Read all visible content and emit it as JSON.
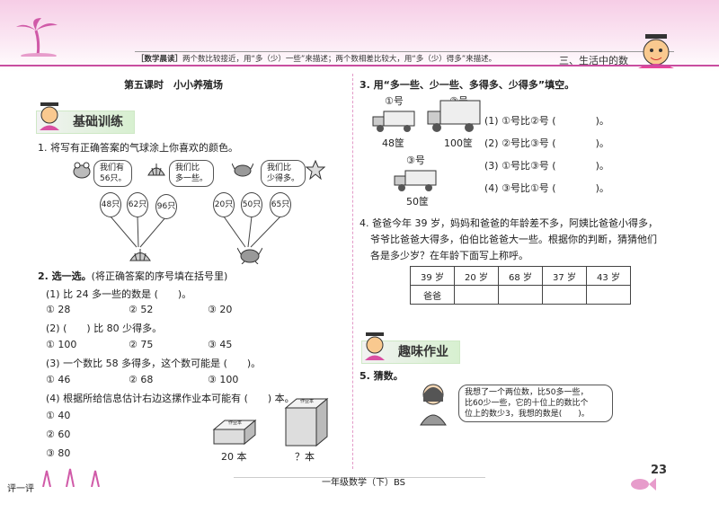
{
  "header": {
    "tip_label": "［数学晨读］",
    "tip_text": "两个数比较接近，用“多（少）一些”来描述；两个数相差比较大，用“多（少）得多”来描述。",
    "chapter": "三、生活中的数"
  },
  "lesson_title": "第五课时　小小养殖场",
  "section1": "基础训练",
  "section2": "趣味作业",
  "q1": {
    "title": "1. 将写有正确答案的气球涂上你喜欢的颜色。",
    "bubble1": [
      "我们有",
      "56只。"
    ],
    "bubble2": [
      "我们比",
      "多一些。"
    ],
    "bubble3": [
      "我们比",
      "少得多。"
    ],
    "balloons_left": [
      "48只",
      "62只",
      "96只"
    ],
    "balloons_right": [
      "20只",
      "50只",
      "65只"
    ]
  },
  "q2": {
    "title": "2. 选一选。",
    "note": "(将正确答案的序号填在括号里)",
    "p1": "(1) 比 24 多一些的数是 (　　)。",
    "p1_opts": [
      "① 28",
      "② 52",
      "③ 20"
    ],
    "p2": "(2) (　　) 比 80 少得多。",
    "p2_opts": [
      "① 100",
      "② 75",
      "③ 45"
    ],
    "p3": "(3) 一个数比 58 多得多，这个数可能是 (　　)。",
    "p3_opts": [
      "① 46",
      "② 68",
      "③ 100"
    ],
    "p4": "(4) 根据所给信息估计右边这摞作业本可能有 (　　) 本。",
    "p4_opts": [
      "① 40",
      "② 60",
      "③ 80"
    ],
    "book_label": "作业本",
    "book1": "20 本",
    "book2": "？本"
  },
  "q3": {
    "title": "3. 用“多一些、少一些、多得多、少得多”填空。",
    "truck1_no": "①号",
    "truck1_qty": "48筐",
    "truck2_no": "②号",
    "truck2_qty": "100筐",
    "truck3_no": "③号",
    "truck3_qty": "50筐",
    "lines": [
      "(1) ①号比②号 (　　　　)。",
      "(2) ②号比③号 (　　　　)。",
      "(3) ①号比③号 (　　　　)。",
      "(4) ③号比①号 (　　　　)。"
    ]
  },
  "q4": {
    "text1": "4. 爸爸今年 39 岁，妈妈和爸爸的年龄差不多，阿姨比爸爸小得多，",
    "text2": "爷爷比爸爸大得多，伯伯比爸爸大一些。根据你的判断，猜猜他们",
    "text3": "各是多少岁？在年龄下面写上称呼。",
    "ages": [
      "39 岁",
      "20 岁",
      "68 岁",
      "37 岁",
      "43 岁"
    ],
    "row2": [
      "爸爸",
      "",
      "",
      "",
      ""
    ]
  },
  "q5": {
    "title": "5. 猜数。",
    "speech": [
      "我想了一个两位数，比50多一些，",
      "比60少一些，它的十位上的数比个",
      "位上的数少3，我想的数是(　　)。"
    ]
  },
  "footer": {
    "review": "评一评",
    "book": "一年级数学（下）BS",
    "page": "23"
  },
  "colors": {
    "accent": "#c94da0",
    "pink_band": "#f6cde6"
  }
}
